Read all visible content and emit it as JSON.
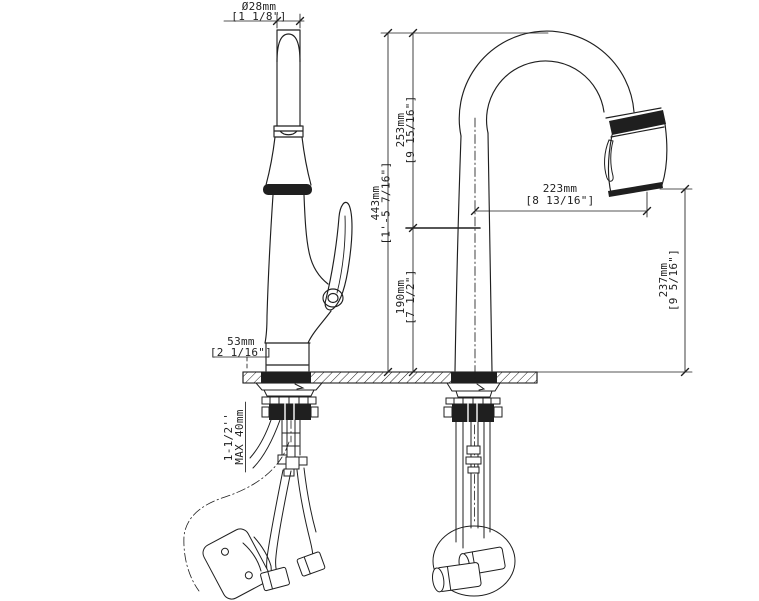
{
  "colors": {
    "background": "#ffffff",
    "ink": "#1f1f1f"
  },
  "dimensions": {
    "tip_diameter": {
      "metric": "Ø28mm",
      "imperial": "[1 1/8\"]"
    },
    "overall_height": {
      "metric": "443mm",
      "imperial": "[1'-5 7/16\"]"
    },
    "upper_height": {
      "metric": "253mm",
      "imperial": "[9 15/16\"]"
    },
    "lower_height": {
      "metric": "190mm",
      "imperial": "[7 1/2\"]"
    },
    "spout_reach": {
      "metric": "223mm",
      "imperial": "[8 13/16\"]"
    },
    "spout_clearance": {
      "metric": "237mm",
      "imperial": "[9 5/16\"]"
    },
    "base_width": {
      "metric": "53mm",
      "imperial": "[2 1/16\"]"
    },
    "deck_thickness": {
      "line1": "1-1/2''",
      "line2": "MAX 40mm"
    }
  }
}
